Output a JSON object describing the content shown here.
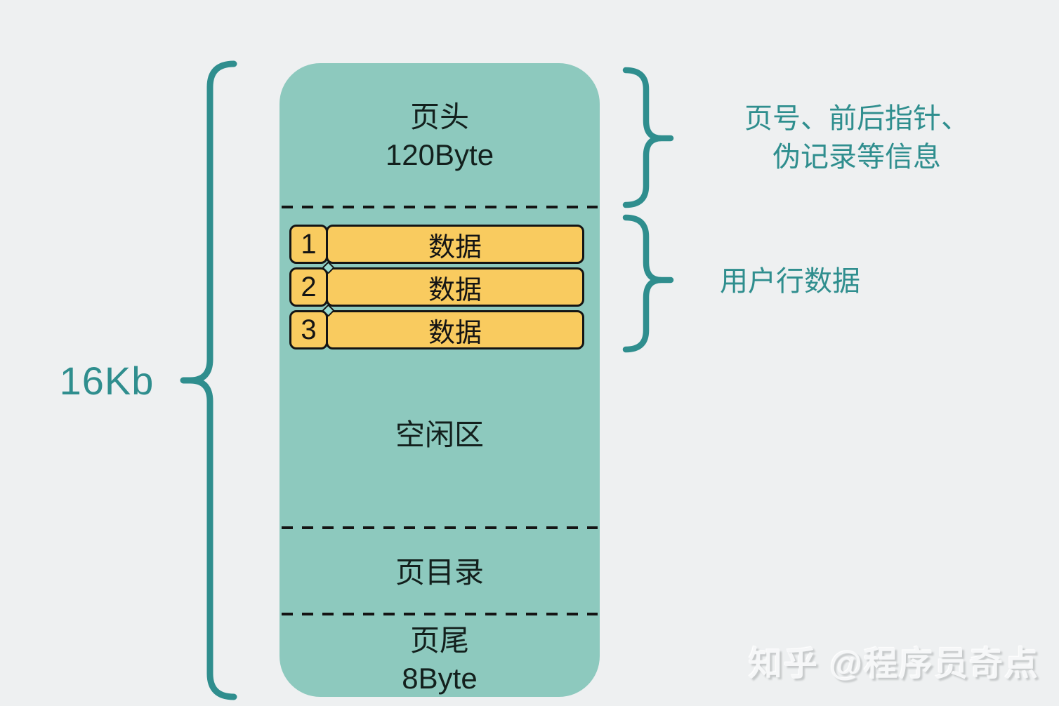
{
  "diagram": {
    "size_label": "16Kb",
    "sections": {
      "header_title": "页头",
      "header_size": "120Byte",
      "free_label": "空闲区",
      "directory_label": "页目录",
      "trailer_title": "页尾",
      "trailer_size": "8Byte"
    },
    "rows": [
      {
        "index": "1",
        "label": "数据"
      },
      {
        "index": "2",
        "label": "数据"
      },
      {
        "index": "3",
        "label": "数据"
      }
    ],
    "notes": {
      "header_note_line1": "页号、前后指针、",
      "header_note_line2": "伪记录等信息",
      "rows_note": "用户行数据"
    }
  },
  "watermark": "知乎 @程序员奇点",
  "colors": {
    "background": "#eef0f1",
    "panel_fill": "#8dc9be",
    "row_fill": "#f9cb5f",
    "outline": "#141414",
    "teal_accent": "#2f8e8e",
    "watermark_text": "#f6f7f8"
  }
}
